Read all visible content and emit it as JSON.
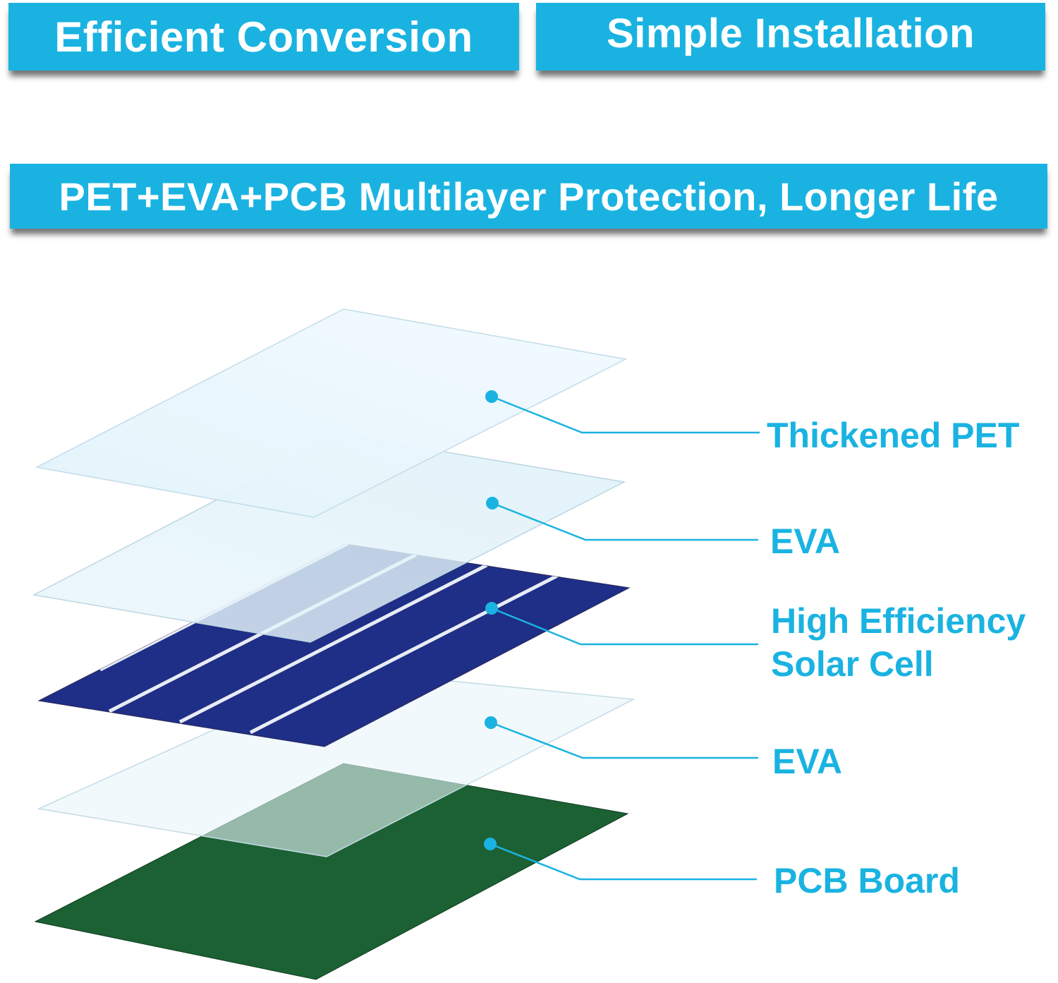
{
  "banners": {
    "efficient": "Efficient Conversion",
    "installation": "Simple Installation",
    "protection": "PET+EVA+PCB Multilayer Protection, Longer Life"
  },
  "layers": {
    "pet": "Thickened PET",
    "eva_top": "EVA",
    "cell_line1": "High Efficiency",
    "cell_line2": "Solar Cell",
    "eva_bottom": "EVA",
    "pcb": "PCB Board"
  },
  "colors": {
    "accent": "#1ab3e1",
    "solar_cell": "#1f2e86",
    "pcb": "#1b6133",
    "film": "#e6f5fb"
  }
}
